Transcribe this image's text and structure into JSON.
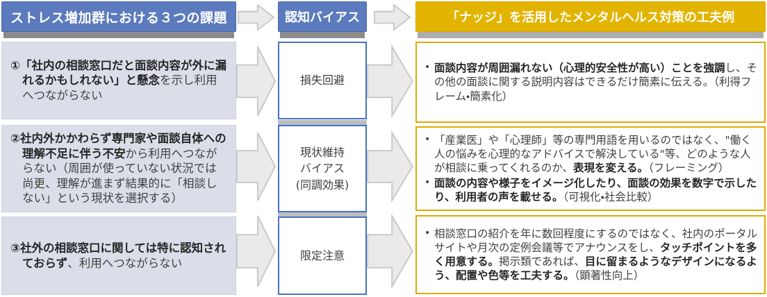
{
  "colors": {
    "blue_header_fill": "#5C7BBE",
    "blue_box_border": "#4472C4",
    "left_box_fill": "#DBDEE9",
    "gold_header_fill": "#E2B400",
    "gold_box_border": "#DCAC00",
    "arrow_fill": "#EAEAEA",
    "arrow_stroke": "#C9C9C9",
    "body_text": "#3F3F3F"
  },
  "left_column": {
    "header": "ストレス増加群における３つの課題",
    "items": [
      {
        "segments": [
          {
            "text": "①「社内の相談窓口だと面談内容が外に漏れるかもしれない」と懸念",
            "bold": true
          },
          {
            "text": "を示し利用へつながらない",
            "bold": false
          }
        ]
      },
      {
        "segments": [
          {
            "text": "②社内外かかわらず専門家や面談自体への理解不足に伴う不安",
            "bold": true
          },
          {
            "text": "から利用へつながらない（周囲が使っていない状況では尚更、理解が進まず結果的に「相談しない」という現状を選択する）",
            "bold": false
          }
        ]
      },
      {
        "segments": [
          {
            "text": "③社外の相談窓口に関しては特に認知されておらず",
            "bold": true
          },
          {
            "text": "、利用へつながらない",
            "bold": false
          }
        ]
      }
    ]
  },
  "middle_column": {
    "header": "認知バイアス",
    "items": [
      "損失回避",
      "現状維持\nバイアス\n(同調効果)",
      "限定注意"
    ]
  },
  "right_column": {
    "header": "「ナッジ」を活用したメンタルヘルス対策の工夫例",
    "items": [
      {
        "bullets": [
          [
            {
              "text": "面談内容が周囲漏れない（心理的安全性が高い）ことを強調",
              "bold": true
            },
            {
              "text": "し、その他の面談に関する説明内容はできるだけ簡素に伝える。（利得フレーム・簡素化）",
              "bold": false
            }
          ]
        ]
      },
      {
        "bullets": [
          [
            {
              "text": "「産業医」や「心理師」等の専門用語を用いるのではなく、\"働く人の悩みを心理的なアドバイスで解決している\"等、どのような人が相談に乗ってくれるのか、",
              "bold": false
            },
            {
              "text": "表現を変える。",
              "bold": true
            },
            {
              "text": "（フレーミング）",
              "bold": false
            }
          ],
          [
            {
              "text": "面談の内容や様子をイメージ化したり、面談の効果を数字で示したり、利用者の声を載せる。",
              "bold": true
            },
            {
              "text": "（可視化・社会比較）",
              "bold": false
            }
          ]
        ]
      },
      {
        "bullets": [
          [
            {
              "text": "相談窓口の紹介を年に数回程度にするのではなく、社内のポータルサイトや月次の定例会議等でアナウンスをし、",
              "bold": false
            },
            {
              "text": "タッチポイントを多く用意する。",
              "bold": true
            },
            {
              "text": "掲示類であれば、",
              "bold": false
            },
            {
              "text": "目に留まるようなデザインになるよう、配置や色等を工夫する。",
              "bold": true
            },
            {
              "text": "（顕著性向上）",
              "bold": false
            }
          ]
        ]
      }
    ]
  }
}
